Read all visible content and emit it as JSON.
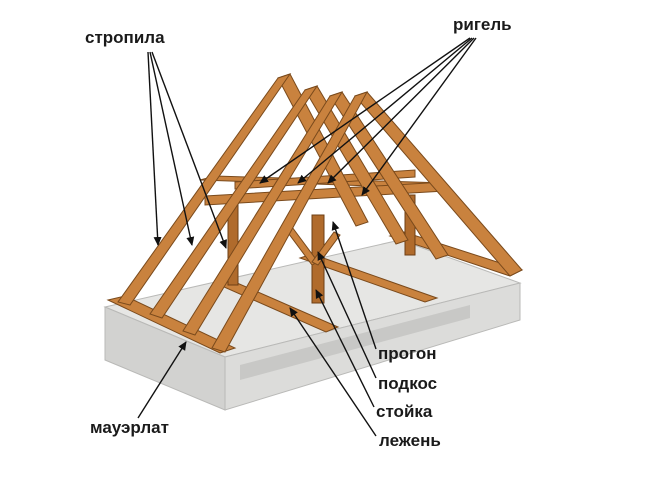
{
  "labels": {
    "rafters": "стропила",
    "collar_tie": "ригель",
    "purlin": "прогон",
    "strut": "подкос",
    "post": "стойка",
    "sill_beam": "лежень",
    "wall_plate": "мауэрлат"
  },
  "colors": {
    "wood": "#c9823e",
    "wood_dark": "#b06b2c",
    "slab": "#e4e4e2",
    "slab_side": "#cfcfcd",
    "wall": "#dcdcda",
    "text": "#1a1a1a"
  }
}
